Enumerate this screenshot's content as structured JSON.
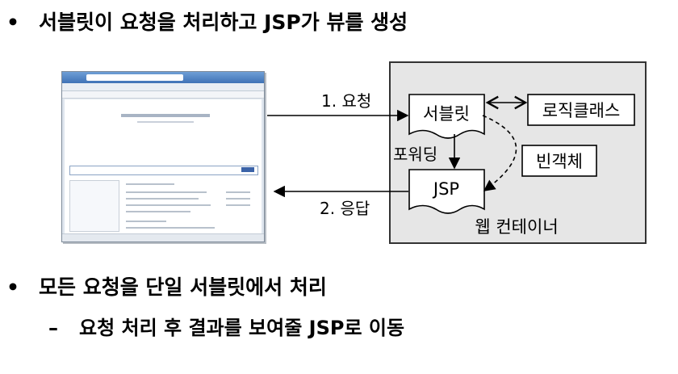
{
  "bullets": {
    "main": "서블릿이 요청을 처리하고 JSP가 뷰를 생성",
    "second": "모든 요청을 단일 서블릿에서 처리",
    "sub": "요청 처리 후 결과를 보여줄 JSP로 이동",
    "mark": "•",
    "dash": "–"
  },
  "diagram": {
    "container_label": "웹 컨테이너",
    "nodes": {
      "servlet": "서블릿",
      "jsp": "JSP",
      "logic": "로직클래스",
      "bean": "빈객체"
    },
    "edges": {
      "request": "1. 요청",
      "response": "2. 응답",
      "forward": "포워딩"
    }
  },
  "colors": {
    "container_fill": "#e6e6e6",
    "container_border": "#333333",
    "node_fill": "#ffffff",
    "line": "#000000"
  }
}
